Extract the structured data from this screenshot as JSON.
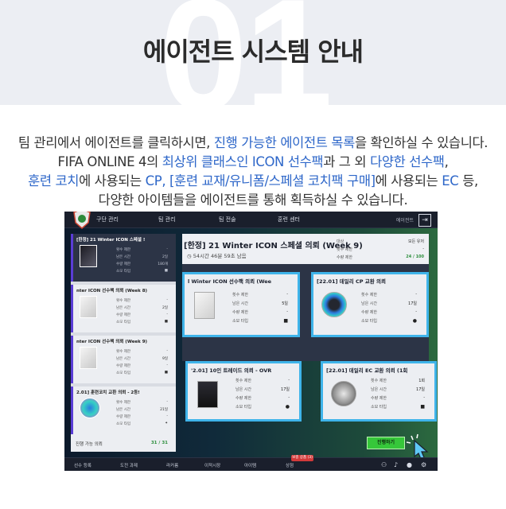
{
  "header": {
    "number": "01",
    "title": "에이전트 시스템 안내"
  },
  "description": {
    "l1a": "팀 관리에서 에이전트를 클릭하시면, ",
    "l1b": "진행 가능한 에이전트 목록",
    "l1c": "을 확인하실 수 있습니다.",
    "l2a": "FIFA ONLINE 4의 ",
    "l2b": "최상위 클래스인 ICON 선수팩",
    "l2c": "과 그 외 ",
    "l2d": "다양한 선수팩",
    "l2e": ",",
    "l3a": "훈련 코치",
    "l3b": "에 사용되는 ",
    "l3c": "CP, [훈련 교재/유니폼/스페셜 코치팩 구매]",
    "l3d": "에 사용되는 ",
    "l3e": "EC",
    "l3f": " 등,",
    "l4": "다양한 아이템들을 에이전트를 통해 획득하실 수 있습니다."
  },
  "game": {
    "nav": [
      "구단 관리",
      "팀 관리",
      "팀 전술",
      "훈련 센터"
    ],
    "nav_right": "에이전트",
    "left_cards": [
      {
        "title": "[한정] 21 Winter ICON 스페셜 !",
        "rows": [
          [
            "횟수 제한",
            "-"
          ],
          [
            "남은 시간",
            "2일"
          ],
          [
            "수량 제한",
            "180개"
          ],
          [
            "소모 타입",
            "icon"
          ]
        ]
      },
      {
        "title": "nter ICON 선수팩 의뢰 (Week 8)",
        "rows": [
          [
            "횟수 제한",
            "-"
          ],
          [
            "남은 시간",
            "2일"
          ],
          [
            "수량 제한",
            "-"
          ],
          [
            "소모 타입",
            "icon"
          ]
        ]
      },
      {
        "title": "nter ICON 선수팩 의뢰 (Week 9)",
        "rows": [
          [
            "횟수 제한",
            "-"
          ],
          [
            "남은 시간",
            "9일"
          ],
          [
            "수량 제한",
            "-"
          ],
          [
            "소모 타입",
            "icon"
          ]
        ]
      },
      {
        "title": "2.01] 훈련코치 교환 의뢰 - 2등!",
        "rows": [
          [
            "횟수 제한",
            "-"
          ],
          [
            "남은 시간",
            "21일"
          ],
          [
            "수량 제한",
            "-"
          ],
          [
            "소모 타입",
            "icon"
          ]
        ]
      }
    ],
    "left_footer": {
      "label": "진행 가능 의뢰",
      "value": "31 / 31"
    },
    "main": {
      "title": "[한정] 21 Winter ICON 스페셜 의뢰 (Week 9)",
      "time": "54시간 46분 59초 남음",
      "rows": [
        [
          "대상",
          "모든 유저"
        ],
        [
          "횟수 제한",
          "-"
        ],
        [
          "수량 제한",
          "24 / 100"
        ]
      ]
    },
    "popups": [
      {
        "title": "l Winter ICON 선수팩 의뢰 (Wee",
        "rows": [
          [
            "횟수 제한",
            "-"
          ],
          [
            "남은 시간",
            "5일"
          ],
          [
            "수량 제한",
            "-"
          ],
          [
            "소모 타입",
            "bag"
          ]
        ]
      },
      {
        "title": "[22.01] 데일리 CP 교환 의뢰",
        "rows": [
          [
            "횟수 제한",
            "-"
          ],
          [
            "남은 시간",
            "17일"
          ],
          [
            "수량 제한",
            "-"
          ],
          [
            "소모 타입",
            "user"
          ]
        ]
      },
      {
        "title": "'2.01] 10인 트레이드 의뢰 - OVR",
        "rows": [
          [
            "횟수 제한",
            "-"
          ],
          [
            "남은 시간",
            "17일"
          ],
          [
            "수량 제한",
            "-"
          ],
          [
            "소모 타입",
            "user"
          ]
        ]
      },
      {
        "title": "[22.01] 데일리 EC 교환 의뢰 (1회",
        "rows": [
          [
            "횟수 제한",
            "1회"
          ],
          [
            "남은 시간",
            "17일"
          ],
          [
            "수량 제한",
            "-"
          ],
          [
            "소모 타입",
            "bag"
          ]
        ]
      }
    ],
    "cta": "진행하기",
    "bottom": [
      "선수 등록",
      "도전 과제",
      "라커룸",
      "이적시장",
      "아이템",
      "상점"
    ],
    "bottom_badge": "보충 상품 (3)"
  }
}
